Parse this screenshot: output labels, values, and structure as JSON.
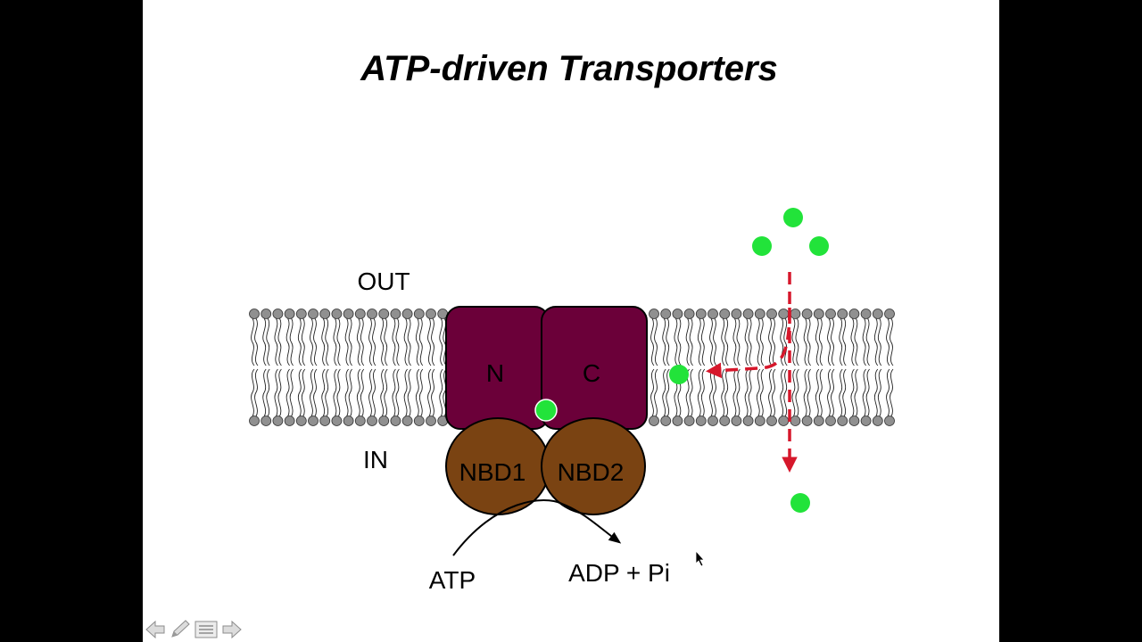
{
  "slide": {
    "title": "ATP-driven Transporters",
    "labels": {
      "out": "OUT",
      "in": "IN",
      "n_domain": "N",
      "c_domain": "C",
      "nbd1": "NBD1",
      "nbd2": "NBD2",
      "atp": "ATP",
      "products": "ADP + Pi"
    }
  },
  "colors": {
    "background": "#000000",
    "slide": "#ffffff",
    "tmd": "#6b0039",
    "nbd": "#7a4312",
    "substrate": "#22e33a",
    "pathway_arrow": "#d6172b",
    "lipid_head": "#909090"
  },
  "toolbar": {
    "icons": [
      "arrow-left-icon",
      "pencil-icon",
      "menu-icon",
      "arrow-right-icon"
    ]
  }
}
